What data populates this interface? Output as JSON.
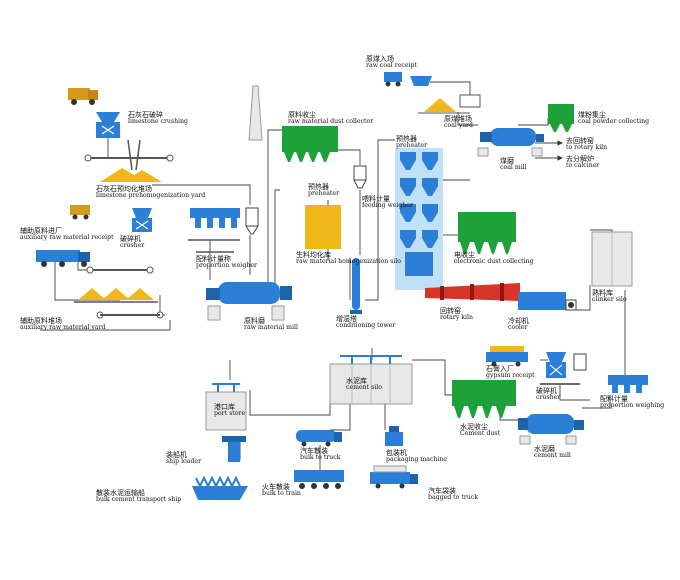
{
  "colors": {
    "blue_equipment": "#2b7fd6",
    "green_equipment": "#1fa13a",
    "yellow_material": "#f0b718",
    "light_blue_tower": "#bfe0f7",
    "red_kiln": "#d8342a",
    "gray_frame": "#e8e8e8",
    "line": "#444444"
  },
  "labels": {
    "limestone_crushing": {
      "zh": "石灰石破碎",
      "en": "limestone crushing"
    },
    "limestone_yard": {
      "zh": "石灰石预均化堆场",
      "en": "limestone prehomogenization yard"
    },
    "aux_receipt": {
      "zh": "辅助原料进厂",
      "en": "auxiliary raw material receipt"
    },
    "crusher_left": {
      "zh": "破碎机",
      "en": "crusher"
    },
    "aux_yard": {
      "zh": "辅助原料堆场",
      "en": "auxiliary raw material yard"
    },
    "proportion_weigher": {
      "zh": "配料计量称",
      "en": "proportion weigher"
    },
    "raw_mill": {
      "zh": "原料磨",
      "en": "raw material mill"
    },
    "raw_dust": {
      "zh": "原料收尘",
      "en": "raw material dust collector"
    },
    "preheater_small": {
      "zh": "预热器",
      "en": "preheater"
    },
    "feeding_weigher": {
      "zh": "喂料计量",
      "en": "feeding weigher"
    },
    "homo_silo": {
      "zh": "生料均化库",
      "en": "raw material homogenization silo"
    },
    "cond_tower": {
      "zh": "增湿塔",
      "en": "conditioning tower"
    },
    "preheater_main": {
      "zh": "预热器",
      "en": "preheater"
    },
    "raw_coal": {
      "zh": "原煤入场",
      "en": "raw coal receipt"
    },
    "coal_yard": {
      "zh": "原煤堆场",
      "en": "coal yard"
    },
    "coal_powder": {
      "zh": "煤粉集尘",
      "en": "coal powder collecting"
    },
    "to_kiln": {
      "zh": "去回转窑",
      "en": "to rotary kiln"
    },
    "to_calciner": {
      "zh": "去分解炉",
      "en": "to calciner"
    },
    "coal_mill": {
      "zh": "煤磨",
      "en": "coal mill"
    },
    "esp": {
      "zh": "电收尘",
      "en": "electronic dust collecting"
    },
    "rotary_kiln": {
      "zh": "回转窑",
      "en": "rotary kiln"
    },
    "cooler": {
      "zh": "冷却机",
      "en": "cooler"
    },
    "clinker_silo": {
      "zh": "熟料库",
      "en": "clinker silo"
    },
    "gypsum": {
      "zh": "石膏入厂",
      "en": "gypsum receipt"
    },
    "crusher_right": {
      "zh": "破碎机",
      "en": "crusher"
    },
    "prop_weighing": {
      "zh": "配料计量",
      "en": "proportion weighing"
    },
    "cement_dust": {
      "zh": "水泥收尘",
      "en": "Cement dust"
    },
    "cement_mill": {
      "zh": "水泥磨",
      "en": "cement mill"
    },
    "cement_silo": {
      "zh": "水泥库",
      "en": "cement silo"
    },
    "port_store": {
      "zh": "港口库",
      "en": "port store"
    },
    "ship_loader": {
      "zh": "装船机",
      "en": "ship loader"
    },
    "bulk_ship": {
      "zh": "散装水泥运输船",
      "en": "bulk cement transport ship"
    },
    "bulk_truck": {
      "zh": "汽车散装",
      "en": "bulk to truck"
    },
    "packaging": {
      "zh": "包装机",
      "en": "packaging machine"
    },
    "bulk_train": {
      "zh": "火车散装",
      "en": "bulk to train"
    },
    "bagged_truck": {
      "zh": "汽车袋装",
      "en": "bagged to truck"
    }
  }
}
